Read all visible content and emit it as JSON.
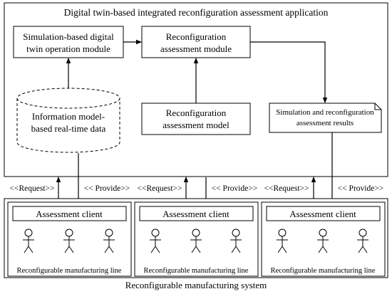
{
  "app_title": "Digital twin-based integrated reconfiguration assessment application",
  "modules": {
    "simulation": [
      "Simulation-based digital",
      "twin operation module"
    ],
    "reconfiguration": [
      "Reconfiguration",
      "assessment module"
    ],
    "info_model": [
      "Information model-",
      "based real-time data"
    ],
    "assessment_model": [
      "Reconfiguration",
      "assessment model"
    ],
    "results": [
      "Simulation and reconfiguration",
      "assessment results"
    ]
  },
  "flow_labels": {
    "request": "<<Request>>",
    "provide": "<< Provide>>"
  },
  "lines": [
    {
      "client": "Assessment client",
      "name": "Reconfigurable manufacturing line"
    },
    {
      "client": "Assessment client",
      "name": "Reconfigurable manufacturing line"
    },
    {
      "client": "Assessment client",
      "name": "Reconfigurable manufacturing line"
    }
  ],
  "system_label": "Reconfigurable manufacturing system"
}
